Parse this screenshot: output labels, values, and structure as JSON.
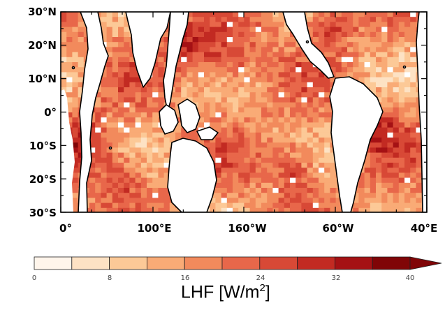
{
  "map": {
    "lat_labels": [
      "30°N",
      "20°N",
      "10°N",
      "0°",
      "10°S",
      "20°S",
      "30°S"
    ],
    "lon_labels": [
      "0°",
      "100°E",
      "160°W",
      "60°W",
      "40°E"
    ],
    "lat_range": [
      -30,
      30
    ],
    "palette": [
      "#fff5eb",
      "#fde2c4",
      "#fcc997",
      "#f9ab76",
      "#f28a5c",
      "#e8674a",
      "#d84936",
      "#c22a22",
      "#a51114",
      "#800507"
    ]
  },
  "colorbar": {
    "ticks": [
      "0",
      "8",
      "16",
      "24",
      "32",
      "40"
    ],
    "min": 0,
    "max": 40,
    "title_prefix": "LHF [W/m",
    "title_sup": "2",
    "title_suffix": "]"
  }
}
